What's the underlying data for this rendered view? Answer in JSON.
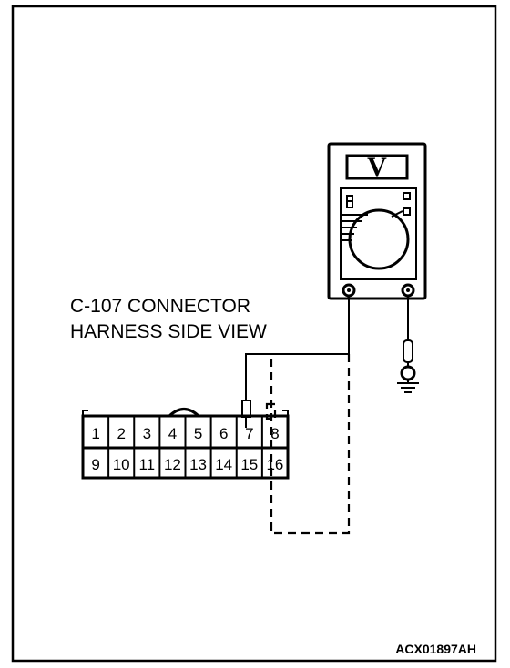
{
  "connector": {
    "title_line1": "C-107 CONNECTOR",
    "title_line2": "HARNESS SIDE VIEW",
    "top_row_pins": [
      "1",
      "2",
      "3",
      "4",
      "5",
      "6",
      "7",
      "8"
    ],
    "bottom_row_pins": [
      "9",
      "10",
      "11",
      "12",
      "13",
      "14",
      "15",
      "16"
    ]
  },
  "meter": {
    "display_symbol": "V"
  },
  "figure_code": "ACX01897AH"
}
